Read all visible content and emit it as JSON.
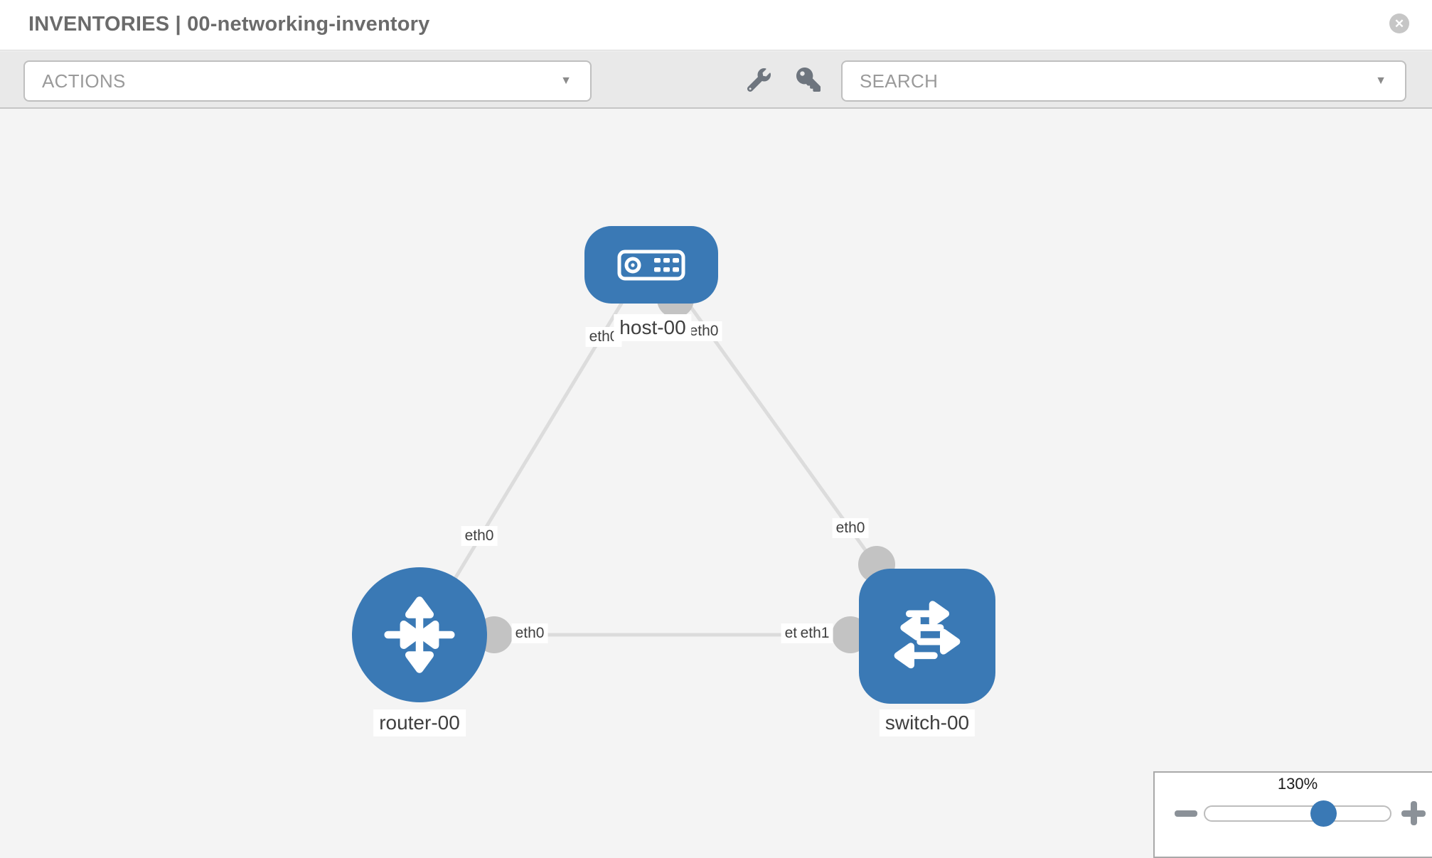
{
  "header": {
    "title": "INVENTORIES | 00-networking-inventory",
    "close_glyph": "✕"
  },
  "toolbar": {
    "actions_label": "ACTIONS",
    "search_label": "SEARCH",
    "caret_glyph": "▼"
  },
  "icons": {
    "close": "circle-x-icon",
    "wrench": "wrench-icon",
    "key": "key-icon",
    "actions_caret": "chevron-down-icon",
    "search_caret": "chevron-down-icon",
    "zoom_out": "minus-icon",
    "zoom_in": "plus-icon"
  },
  "colors": {
    "node_blue": "#3a79b5",
    "link_gray": "#dcdcdc",
    "connector_gray": "#c3c3c3",
    "canvas_bg": "#f4f4f4",
    "toolbar_bg": "#e9e9e9"
  },
  "topology": {
    "nodes": [
      {
        "label": "host-00",
        "type": "host"
      },
      {
        "label": "router-00",
        "type": "router"
      },
      {
        "label": "switch-00",
        "type": "switch"
      }
    ],
    "links": [
      {
        "from": "host-00",
        "to": "router-00",
        "from_interface": "eth0",
        "to_interface": "eth0"
      },
      {
        "from": "host-00",
        "to": "switch-00",
        "from_interface": "eth0",
        "to_interface": "eth0"
      },
      {
        "from": "router-00",
        "to": "switch-00",
        "from_interface": "eth0",
        "to_interface": "eth1"
      }
    ],
    "interface_labels": {
      "host_left": "eth0",
      "host_right": "eth0",
      "router_top": "eth0",
      "switch_top": "eth0",
      "router_right": "eth0",
      "switch_left_back": "eth0",
      "switch_left_front": "eth1"
    }
  },
  "zoom_control": {
    "level": "130%",
    "slider_position_pct": 64
  }
}
